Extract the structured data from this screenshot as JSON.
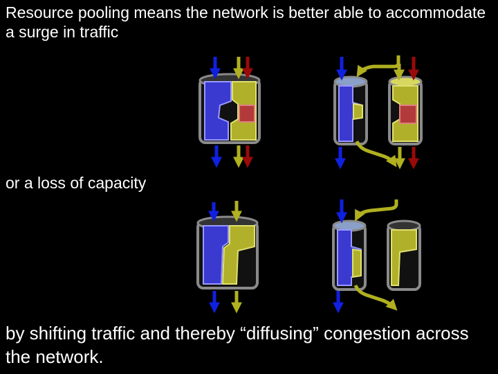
{
  "slide": {
    "line1": "Resource pooling means the network is better able to accommodate a surge in traffic",
    "line2": "or a loss of capacity",
    "line3": "by shifting traffic and thereby “diffusing” congestion across the network."
  },
  "diagram": {
    "colors": {
      "blue_traffic": "#3a3ad0",
      "yellow_traffic": "#b0b02a",
      "red_surge": "#b33a3a",
      "arrow_blue": "#1020e0",
      "arrow_yellow": "#b0b020",
      "arrow_red": "#9a0a0a",
      "cylinder_outline": "#8a8a8a"
    },
    "panels": [
      {
        "id": "surge-single-link",
        "scenario": "surge",
        "mode": "single link"
      },
      {
        "id": "surge-pooled-links",
        "scenario": "surge",
        "mode": "pooled links"
      },
      {
        "id": "loss-single-link",
        "scenario": "loss of capacity",
        "mode": "single link"
      },
      {
        "id": "loss-pooled-links",
        "scenario": "loss of capacity",
        "mode": "pooled links"
      }
    ]
  }
}
